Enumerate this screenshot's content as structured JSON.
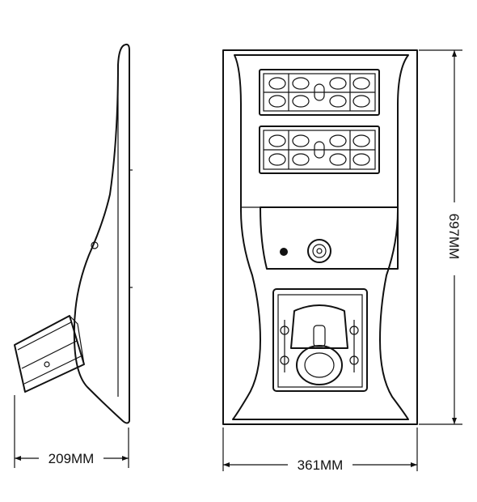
{
  "dimensions": {
    "side_width": "209MM",
    "front_width": "361MM",
    "height": "697MM"
  }
}
